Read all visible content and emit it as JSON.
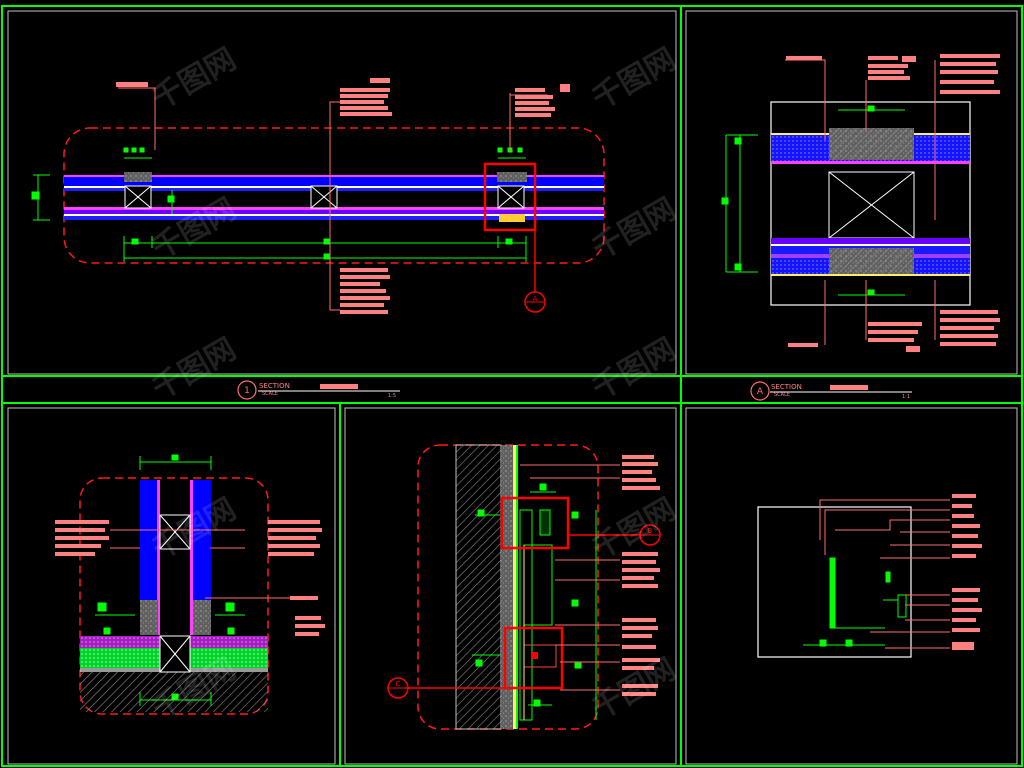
{
  "title_bars": [
    {
      "number": "1",
      "word": "SECTION",
      "scale_word": "SCALE",
      "scale_value": "1:5"
    },
    {
      "number": "A",
      "word": "SECTION",
      "scale_word": "SCALE",
      "scale_value": "1:1"
    }
  ],
  "section_markers": [
    {
      "id": "marker-panel1-a",
      "label": "A"
    },
    {
      "id": "marker-panel4-b",
      "label": "B"
    },
    {
      "id": "marker-panel4-c",
      "label": "C"
    }
  ],
  "watermark": "千图网",
  "colors": {
    "background": "#000000",
    "frame": "#00ff00",
    "dashed_outline": "#ff1a1a",
    "detail_box": "#ff0000",
    "dimension": "#00ff00",
    "leader": "#ff6e6e",
    "label_block": "#ff8080",
    "glass_blue": "#0000ff",
    "violet": "#a040ff",
    "concrete": "#bfbfbf",
    "hatch": "#808080",
    "green_fill": "#00ff33",
    "title_line": "#ffffff"
  }
}
